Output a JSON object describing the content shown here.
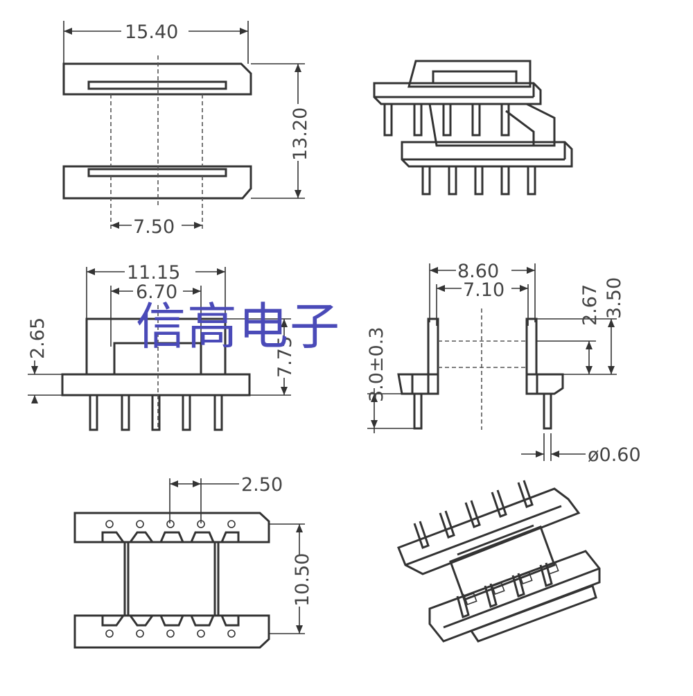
{
  "watermark": "信高电子",
  "dimensions": {
    "top_width": "15.40",
    "top_height": "13.20",
    "top_core": "7.50",
    "front_width": "11.15",
    "front_inner": "6.70",
    "front_base": "2.65",
    "front_height": "7.75",
    "side_width": "8.60",
    "side_inner": "7.10",
    "side_h1": "2.67",
    "side_h2": "3.50",
    "pin_length": "3.0±0.3",
    "pin_diameter": "ø0.60",
    "pin_pitch": "2.50",
    "bottom_height": "10.50"
  },
  "colors": {
    "line": "#333333",
    "watermark": "#4a4ab8",
    "dim_text": "#444444"
  }
}
